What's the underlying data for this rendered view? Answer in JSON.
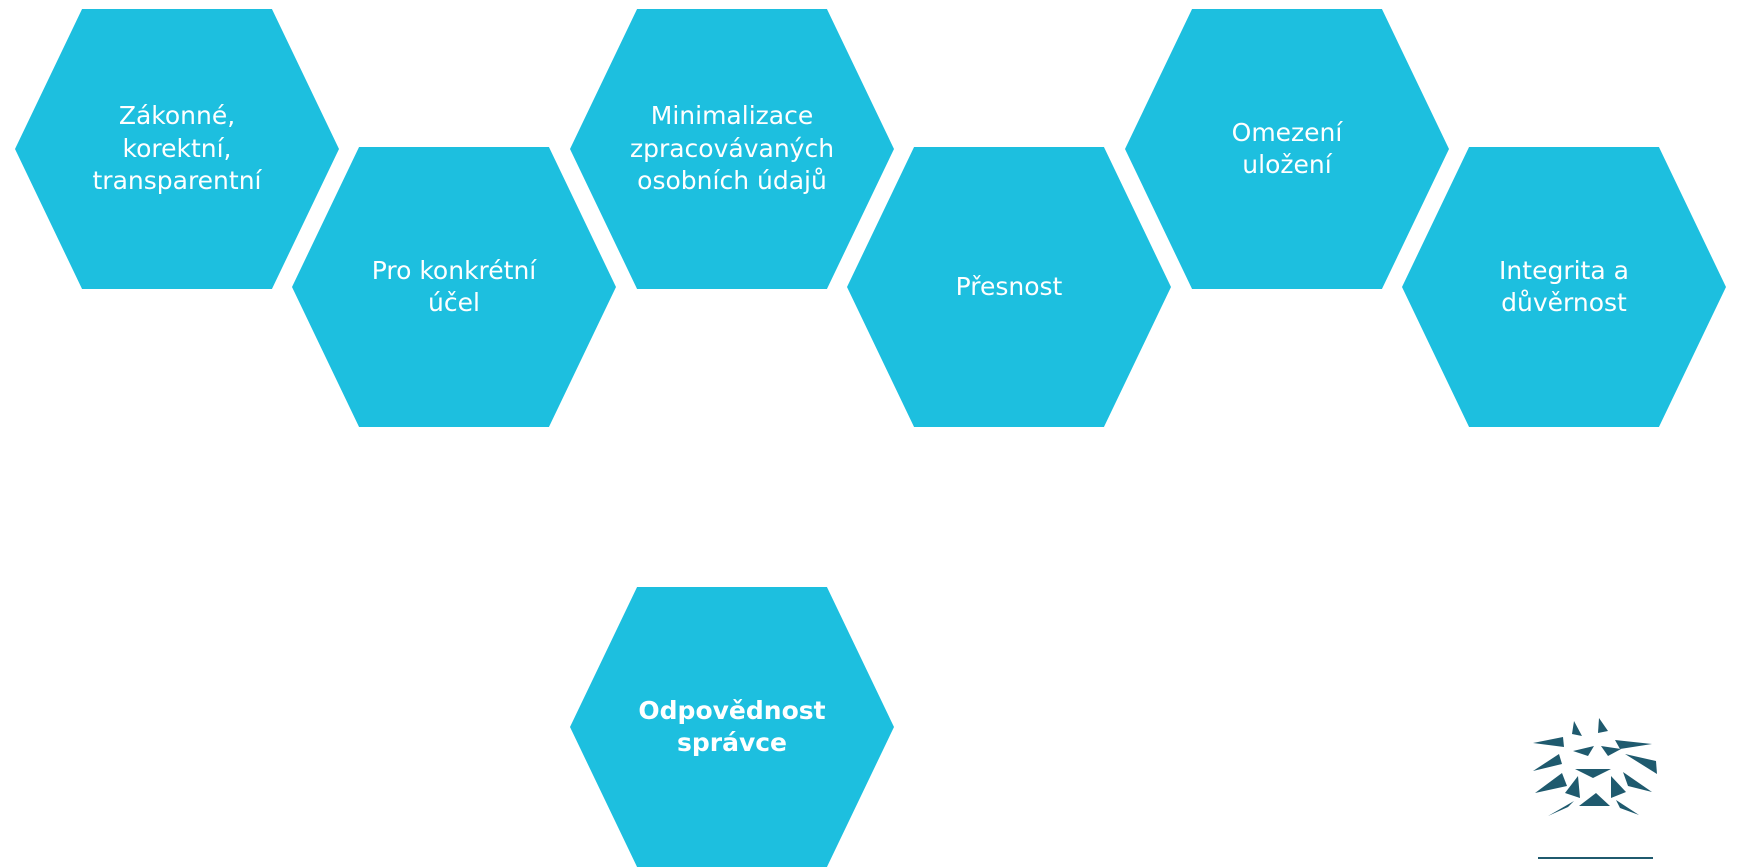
{
  "diagram": {
    "principles": [
      "Zákonné,\nkorektní,\ntransparentní",
      "Pro konkrétní\núčel",
      "Minimalizace\nzpracovávaných\nosobních údajů",
      "Přesnost",
      "Omezení\nuložení",
      "Integrita a\ndůvěrnost"
    ],
    "accountability": "Odpovědnost\nsprávce"
  },
  "colors": {
    "hexagon_fill": "#1dbfdf",
    "hexagon_text": "#ffffff",
    "logo": "#1f5a6e"
  },
  "logo": {
    "icon": "radial-triangles-logo"
  }
}
